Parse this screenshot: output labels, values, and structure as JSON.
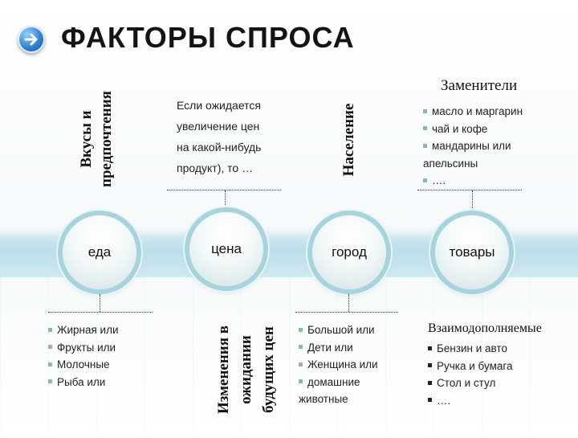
{
  "title": "ФАКТОРЫ СПРОСА",
  "top_vertical_left": [
    "Вкусы и",
    "предпочтения"
  ],
  "expectation_text": [
    "Если ожидается",
    "увеличение цен",
    "на какой-нибудь",
    "продукт), то …"
  ],
  "top_vertical_middle": "Население",
  "substitutes": {
    "heading": "Заменители",
    "items": [
      "масло и маргарин",
      "чай и кофе",
      "мандарины или",
      "апельсины",
      "…."
    ]
  },
  "nodes": [
    "еда",
    "цена",
    "город",
    "товары"
  ],
  "food_items": [
    "Жирная или",
    "Фрукты или",
    "Молочные",
    "Рыба или"
  ],
  "bottom_vertical": [
    "Изменения в",
    "ожидании",
    "будущих цен"
  ],
  "city_items": [
    "Большой или",
    "Дети или",
    "Женщина или",
    "домашние",
    "животные"
  ],
  "complements": {
    "heading": "Взаимодополняемые",
    "items": [
      "Бензин и авто",
      "Ручка и бумага",
      "Стол и стул",
      "…."
    ]
  },
  "colors": {
    "band": "#b8dde8",
    "ring": "#a6d3dc",
    "accent_blue": "#2f7fd0",
    "bullet_green": "#8ac08f"
  },
  "icons": {
    "header": "arrow-right-circle-icon"
  }
}
